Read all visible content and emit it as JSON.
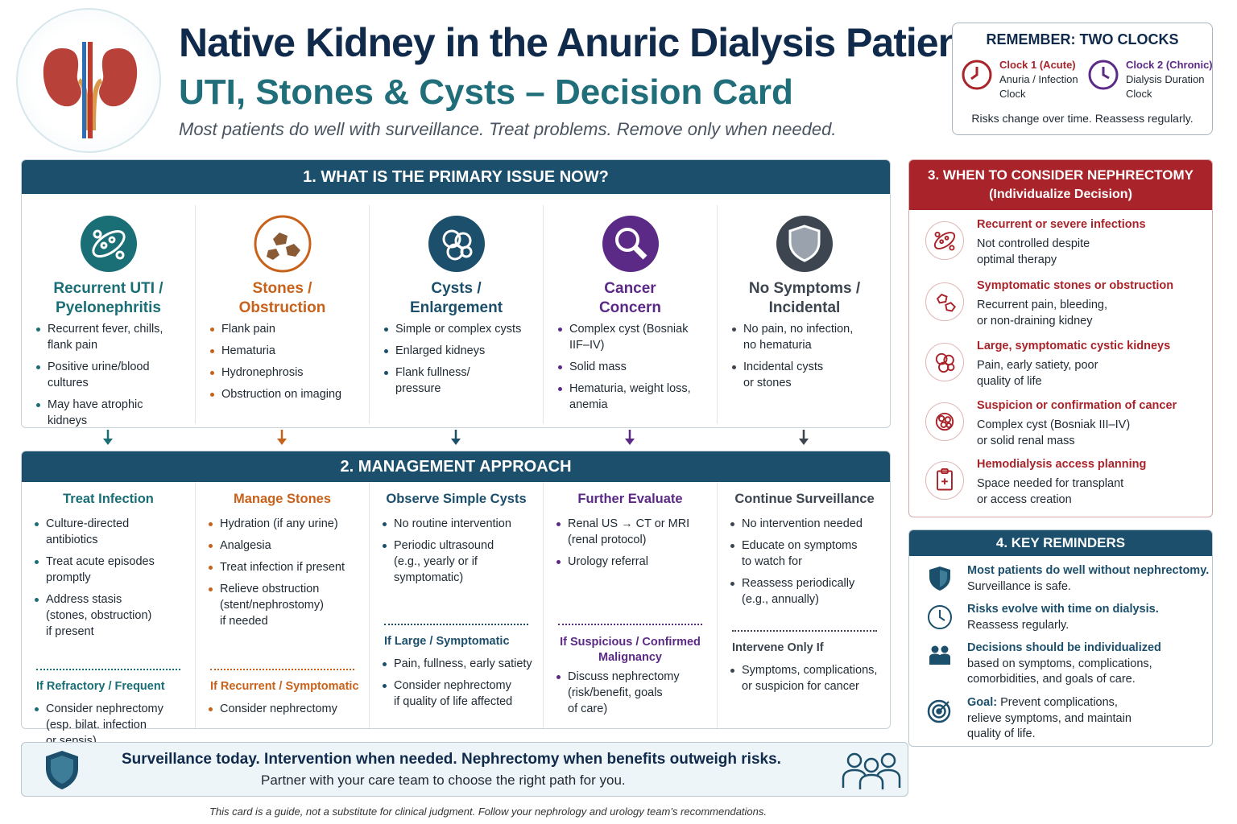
{
  "header": {
    "title": "Native Kidney in the Anuric Dialysis Patient",
    "subtitle": "UTI, Stones & Cysts – Decision Card",
    "tagline": "Most patients do well with surveillance. Treat problems. Remove only when needed."
  },
  "clocks": {
    "heading": "REMEMBER: TWO CLOCKS",
    "clock1": {
      "title": "Clock 1 (Acute)",
      "line1": "Anuria / Infection",
      "line2": "Clock",
      "color": "#a8232a"
    },
    "clock2": {
      "title": "Clock 2 (Chronic)",
      "line1": "Dialysis Duration",
      "line2": "Clock",
      "color": "#5b2a86"
    },
    "note": "Risks change over time. Reassess regularly."
  },
  "section1": {
    "heading": "1. WHAT IS THE PRIMARY ISSUE NOW?",
    "cols": [
      {
        "title1": "Recurrent UTI /",
        "title2": "Pyelonephritis",
        "color": "#1a6e75",
        "icon": "bacteria-icon",
        "bullets": [
          [
            "Recurrent fever, chills,",
            "flank pain"
          ],
          [
            "Positive urine/blood",
            "cultures"
          ],
          [
            "May have atrophic",
            "kidneys"
          ]
        ]
      },
      {
        "title1": "Stones /",
        "title2": "Obstruction",
        "color": "#c8621b",
        "icon": "stones-icon",
        "bullets": [
          [
            "Flank pain"
          ],
          [
            "Hematuria"
          ],
          [
            "Hydronephrosis"
          ],
          [
            "Obstruction on imaging"
          ]
        ]
      },
      {
        "title1": "Cysts /",
        "title2": "Enlargement",
        "color": "#1b4f6b",
        "icon": "cysts-icon",
        "bullets": [
          [
            "Simple or complex cysts"
          ],
          [
            "Enlarged kidneys"
          ],
          [
            "Flank fullness/",
            "pressure"
          ]
        ]
      },
      {
        "title1": "Cancer",
        "title2": "Concern",
        "color": "#5b2a86",
        "icon": "magnifier-icon",
        "bullets": [
          [
            "Complex cyst (Bosniak",
            "IIF–IV)"
          ],
          [
            "Solid mass"
          ],
          [
            "Hematuria, weight loss,",
            "anemia"
          ]
        ]
      },
      {
        "title1": "No Symptoms /",
        "title2": "Incidental",
        "color": "#3c4550",
        "icon": "shield-icon",
        "bullets": [
          [
            "No pain, no infection,",
            "no hematuria"
          ],
          [
            "Incidental cysts",
            "or stones"
          ]
        ]
      }
    ]
  },
  "section2": {
    "heading": "2. MANAGEMENT APPROACH",
    "cols": [
      {
        "title": "Treat Infection",
        "color": "#1a6e75",
        "bullets": [
          [
            "Culture-directed",
            "antibiotics"
          ],
          [
            "Treat acute episodes",
            "promptly"
          ],
          [
            "Address stasis",
            "(stones, obstruction)",
            "if present"
          ]
        ],
        "sub": "If Refractory / Frequent",
        "subBullets": [
          [
            "Consider nephrectomy",
            "(esp. bilat. infection",
            "or sepsis)"
          ]
        ]
      },
      {
        "title": "Manage Stones",
        "color": "#c8621b",
        "bullets": [
          [
            "Hydration (if any urine)"
          ],
          [
            "Analgesia"
          ],
          [
            "Treat infection if present"
          ],
          [
            "Relieve obstruction",
            "(stent/nephrostomy)",
            "if needed"
          ]
        ],
        "sub": "If Recurrent / Symptomatic",
        "subBullets": [
          [
            "Consider nephrectomy"
          ]
        ]
      },
      {
        "title": "Observe Simple Cysts",
        "color": "#1b4f6b",
        "bullets": [
          [
            "No routine intervention"
          ],
          [
            "Periodic ultrasound",
            "(e.g., yearly or if",
            "symptomatic)"
          ]
        ],
        "sub": "If Large / Symptomatic",
        "subBullets": [
          [
            "Pain, fullness, early satiety"
          ],
          [
            "Consider nephrectomy",
            "if quality of life affected"
          ]
        ]
      },
      {
        "title": "Further Evaluate",
        "color": "#5b2a86",
        "bullets": [
          [
            "Renal US → CT or MRI",
            "(renal protocol)"
          ],
          [
            "Urology referral"
          ]
        ],
        "sub": "If Suspicious / Confirmed",
        "sub2": "Malignancy",
        "subBullets": [
          [
            "Discuss nephrectomy",
            "(risk/benefit, goals",
            "of care)"
          ]
        ]
      },
      {
        "title": "Continue Surveillance",
        "color": "#3c4550",
        "bullets": [
          [
            "No intervention needed"
          ],
          [
            "Educate on symptoms",
            "to watch for"
          ],
          [
            "Reassess periodically",
            "(e.g., annually)"
          ]
        ],
        "sub": "Intervene Only If",
        "subBullets": [
          [
            "Symptoms, complications,",
            "or suspicion for cancer"
          ]
        ]
      }
    ]
  },
  "section3": {
    "heading1": "3. WHEN TO CONSIDER NEPHRECTOMY",
    "heading2": "(Individualize Decision)",
    "items": [
      {
        "title": "Recurrent or severe infections",
        "l1": "Not controlled despite",
        "l2": "optimal therapy",
        "icon": "bacteria-icon"
      },
      {
        "title": "Symptomatic stones or obstruction",
        "l1": "Recurrent pain, bleeding,",
        "l2": "or non-draining kidney",
        "icon": "stones-icon"
      },
      {
        "title": "Large, symptomatic cystic kidneys",
        "l1": "Pain, early satiety, poor",
        "l2": "quality of life",
        "icon": "cysts-icon"
      },
      {
        "title": "Suspicion or confirmation of cancer",
        "l1": "Complex cyst (Bosniak III–IV)",
        "l2": "or solid renal mass",
        "icon": "mass-icon"
      },
      {
        "title": "Hemodialysis access planning",
        "l1": "Space needed for transplant",
        "l2": "or access creation",
        "icon": "clipboard-icon"
      }
    ]
  },
  "section4": {
    "heading": "4. KEY REMINDERS",
    "items": [
      {
        "title": "Most patients do well without nephrectomy.",
        "l1": "Surveillance is safe.",
        "l2": "",
        "icon": "shield-icon"
      },
      {
        "title": "Risks evolve with time on dialysis.",
        "l1": "Reassess regularly.",
        "l2": "",
        "icon": "clock-icon"
      },
      {
        "title": "Decisions should be individualized",
        "l1": "based on symptoms, complications,",
        "l2": "comorbidities, and goals of care.",
        "icon": "people-icon"
      },
      {
        "title": "Goal:",
        "titleRest": " Prevent complications,",
        "l1": "relieve symptoms, and maintain",
        "l2": "quality of life.",
        "icon": "target-icon"
      }
    ]
  },
  "banner": {
    "line1": "Surveillance today. Intervention when needed.  Nephrectomy when benefits outweigh risks.",
    "line2": "Partner with your care team to choose the right path for you."
  },
  "disclaimer": "This card is a guide, not a substitute for clinical judgment. Follow your nephrology and urology team’s recommendations."
}
